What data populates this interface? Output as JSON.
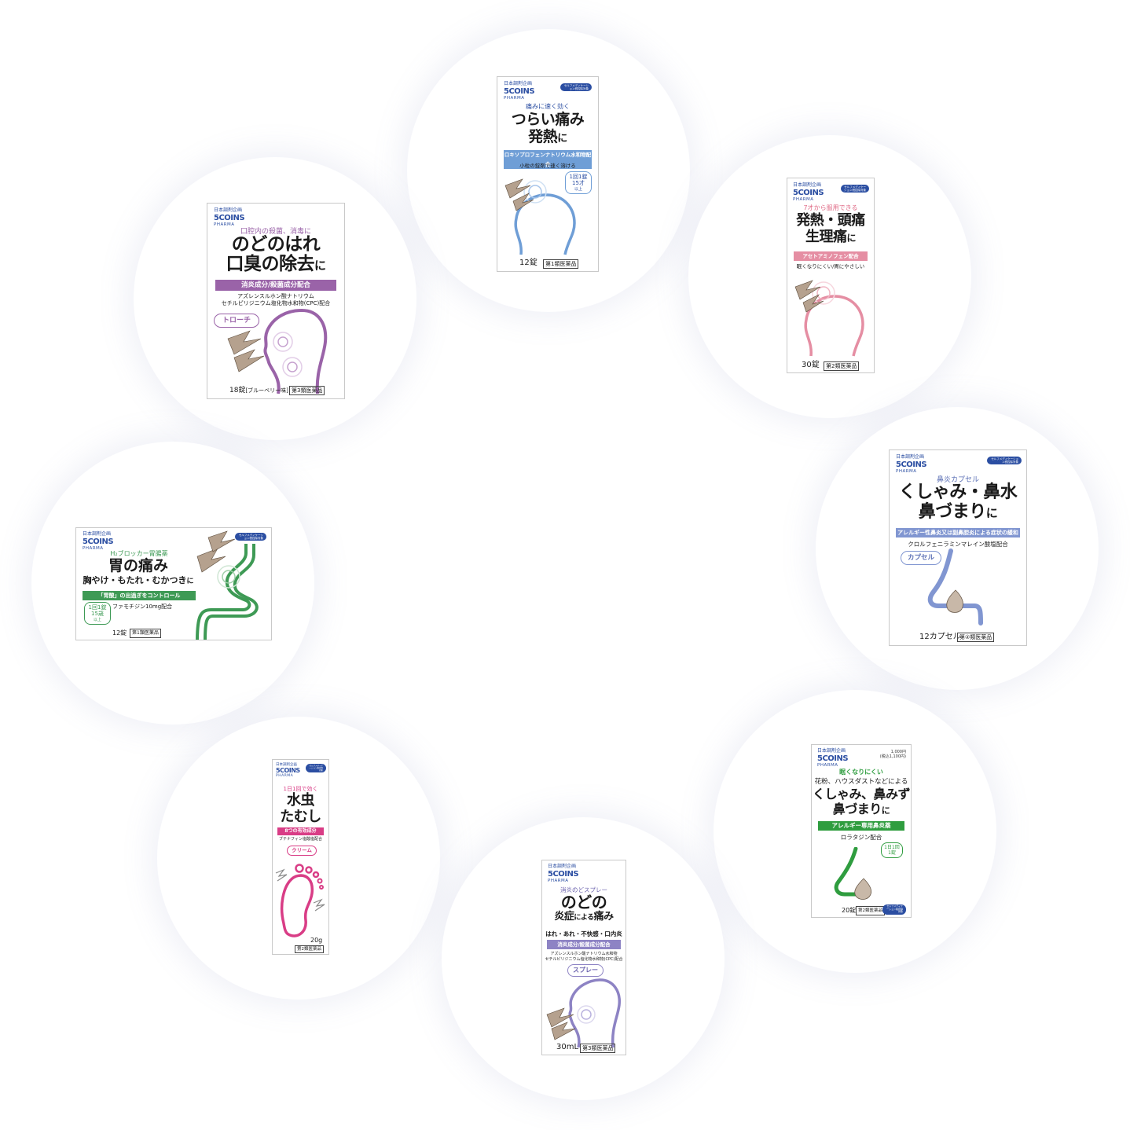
{
  "colors": {
    "blue": "#6f9ed6",
    "pink": "#e58ea3",
    "purple": "#9a63a8",
    "lavender": "#8d83c4",
    "green": "#3e9a55",
    "green2": "#2f9d3f",
    "magenta": "#d93d86",
    "nasal": "#8196d1",
    "maker": "#2b4ea2"
  },
  "products": {
    "loxo": {
      "maker": "日本調剤企画",
      "brand": "5COINS",
      "brand_sub": "PHARMA",
      "badge": "セルフメディケーション税控除対象",
      "kicker": "痛みに速く効く",
      "title_line1": "つらい痛み",
      "title_line2": "発熱",
      "title_suffix": "に",
      "band": "ロキソプロフェンナトリウム水和物配合",
      "note": "小粒の錠剤で速く溶ける",
      "dose_line1": "1回1錠",
      "dose_line2": "15才",
      "dose_line3": "以上",
      "count": "12錠",
      "klass": "第1類医薬品",
      "icon": "head-pain-icon"
    },
    "aceta": {
      "maker": "日本調剤企画",
      "brand": "5COINS",
      "brand_sub": "PHARMA",
      "badge": "セルフメディケーション税控除対象",
      "kicker": "7才から服用できる",
      "title_line1": "発熱・頭痛",
      "title_line2": "生理痛",
      "title_suffix": "に",
      "band": "アセトアミノフェン配合",
      "note": "眠くなりにくい/胃にやさしい",
      "count": "30錠",
      "klass": "第2類医薬品",
      "icon": "head-pain-icon"
    },
    "troche": {
      "maker": "日本調剤企画",
      "brand": "5COINS",
      "brand_sub": "PHARMA",
      "kicker": "口腔内の殺菌、消毒に",
      "title_line1": "のどのはれ",
      "title_line2": "口臭の除去",
      "title_suffix": "に",
      "band": "消炎成分/殺菌成分配合",
      "note1": "アズレンスルホン酸ナトリウム",
      "note2": "セチルピリジニウム塩化物水和物(CPC)配合",
      "form": "トローチ",
      "count": "18錠",
      "flavor": "[ブルーベリー味]",
      "klass": "第3類医薬品",
      "icon": "throat-pain-icon"
    },
    "rhinitis": {
      "maker": "日本調剤企画",
      "brand": "5COINS",
      "brand_sub": "PHARMA",
      "badge": "セルフメディケーション税控除対象",
      "kicker": "鼻炎カプセル",
      "title_line1": "くしゃみ・鼻水",
      "title_line2": "鼻づまり",
      "title_suffix": "に",
      "band": "アレルギー性鼻炎又は副鼻腔炎による症状の緩和",
      "note": "クロルフェニラミンマレイン酸塩配合",
      "form": "カプセル",
      "count": "12カプセル",
      "klass": "第②類医薬品",
      "icon": "nose-icon"
    },
    "h2": {
      "maker": "日本調剤企画",
      "brand": "5COINS",
      "brand_sub": "PHARMA",
      "badge": "セルフメディケーション税控除対象",
      "kicker": "H₂ブロッカー胃腸薬",
      "title_line1": "胃の痛み",
      "title_line2": "胸やけ・もたれ・むかつき",
      "title_suffix": "に",
      "band": "「胃酸」の出過ぎをコントロール",
      "note": "ファモチジン10mg配合",
      "dose_line1": "1回1錠",
      "dose_line2": "15歳",
      "dose_line3": "以上",
      "count": "12錠",
      "klass": "第1類医薬品",
      "icon": "stomach-icon"
    },
    "allergy": {
      "maker": "日本調剤企画",
      "brand": "5COINS",
      "brand_sub": "PHARMA",
      "price": "1,000円",
      "price_note": "(税込1,100円)",
      "badge": "セルフメディケーション税控除対象",
      "kicker": "眠くなりにくい",
      "title_line0": "花粉、ハウスダストなどによる",
      "title_line1": "くしゃみ、鼻みず",
      "title_line2": "鼻づまり",
      "title_suffix": "に",
      "band": "アレルギー専用鼻炎薬",
      "note": "ロラタジン配合",
      "dose_line1": "1日1回",
      "dose_line2": "1錠",
      "count": "20錠",
      "klass": "第2類医薬品",
      "icon": "nose-icon"
    },
    "athlete": {
      "maker": "日本調剤企画",
      "brand": "5COINS",
      "brand_sub": "PHARMA",
      "badge": "セルフメディケーション税控除対象",
      "kicker": "1日1回で効く",
      "title_line1": "水虫",
      "title_line2": "たむし",
      "band": "8つの有効成分",
      "note": "ブテナフィン塩酸塩配合",
      "form": "クリーム",
      "count": "20g",
      "klass": "第2類医薬品",
      "icon": "foot-icon"
    },
    "spray": {
      "maker": "日本調剤企画",
      "brand": "5COINS",
      "brand_sub": "PHARMA",
      "kicker": "消炎のどスプレー",
      "title_line1": "のどの",
      "title_line2": "炎症",
      "title_line2b": "による",
      "title_line2c": "痛み",
      "sub": "はれ・あれ・不快感・口内炎",
      "band": "消炎成分/殺菌成分配合",
      "note1": "アズレンスルホン酸ナトリウム水和物",
      "note2": "セチルピリジニウム塩化物水和物(CPC)配合",
      "form": "スプレー",
      "count": "30mL",
      "klass": "第3類医薬品",
      "icon": "throat-pain-icon"
    }
  }
}
